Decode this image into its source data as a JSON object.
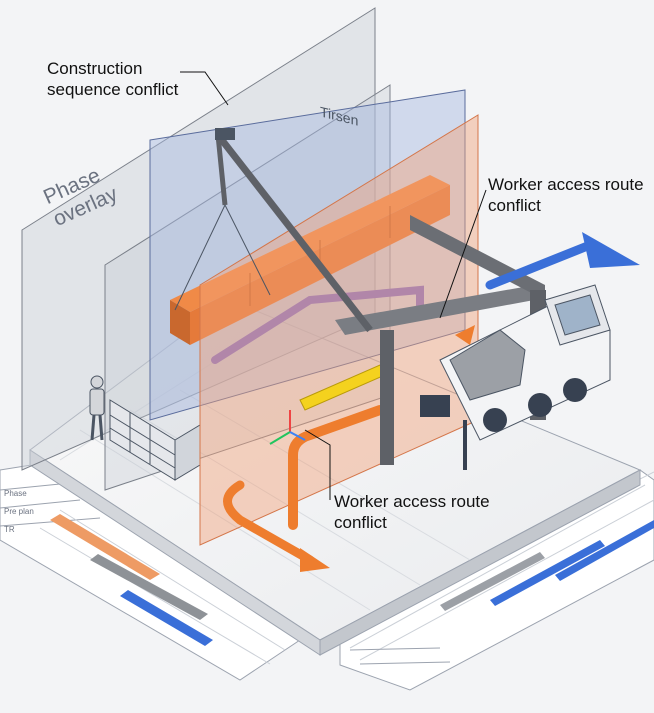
{
  "callouts": {
    "construction_sequence": "Construction sequence conflict",
    "worker_access_upper": "Worker access route conflict",
    "worker_access_lower": "Worker access route conflict"
  },
  "labels": {
    "phase_overlay": "Phase overlay",
    "sign": "Tirsen"
  },
  "colors": {
    "orange": "#ee8a4a",
    "blue": "#3a6fd8",
    "yellow": "#f4d21e",
    "steel": "#6b6e74",
    "plane_gray": "#c9cdd6",
    "plane_blue": "#a9b8dc",
    "plane_orange": "#f1a77c"
  }
}
